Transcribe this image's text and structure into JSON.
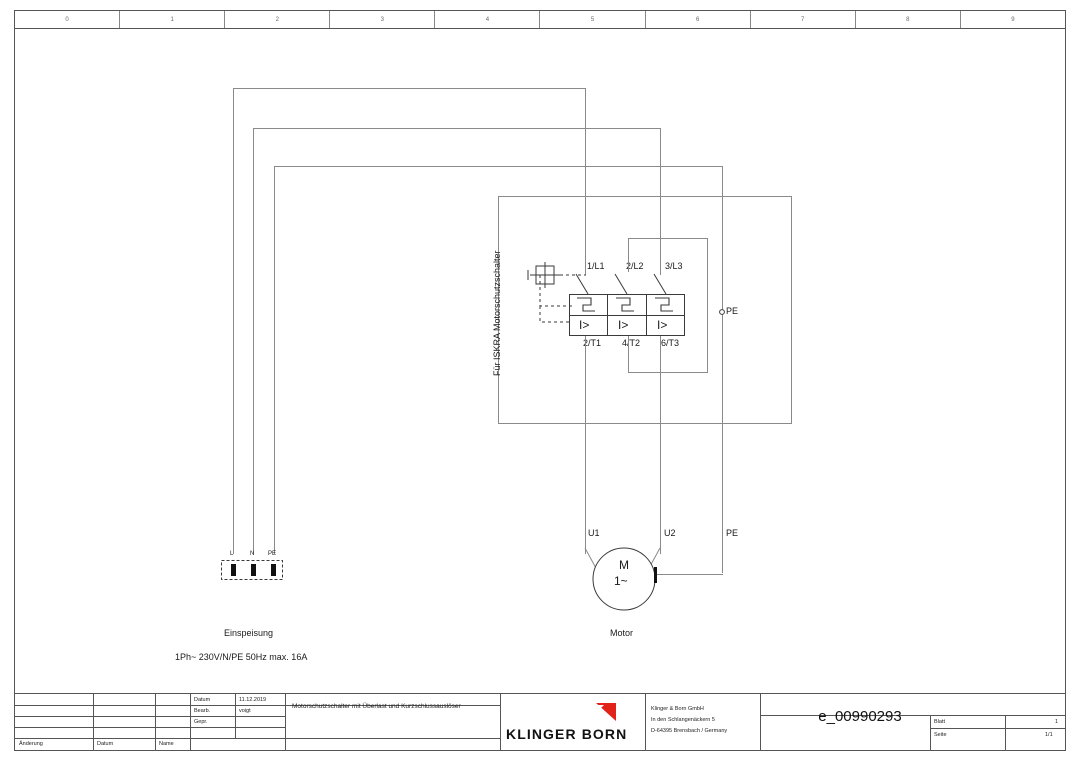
{
  "sheet": {
    "ruler_columns": [
      "0",
      "1",
      "2",
      "3",
      "4",
      "5",
      "6",
      "7",
      "8",
      "9"
    ]
  },
  "schematic": {
    "breaker_group_label": "Für ISKRA Motorschutzschalter",
    "input_terminals": [
      "1/L1",
      "2/L2",
      "3/L3"
    ],
    "output_terminals": [
      "2/T1",
      "4/T2",
      "6/T3"
    ],
    "release_symbol": "I>",
    "pe_node_label": "PE",
    "supply": {
      "caption": "Einspeisung",
      "spec": "1Ph~ 230V/N/PE 50Hz max. 16A",
      "terminals": [
        "L",
        "N",
        "PE"
      ]
    },
    "motor": {
      "caption": "Motor",
      "symbol_top": "M",
      "symbol_bottom": "1~",
      "terminals": [
        "U1",
        "U2",
        "PE"
      ]
    }
  },
  "titleblock": {
    "revision_headers": [
      "Änderung",
      "Datum",
      "Name"
    ],
    "meta_rows": [
      {
        "label": "Datum",
        "value": "11.12.2019"
      },
      {
        "label": "Bearb.",
        "value": "voigt"
      },
      {
        "label": "Gepr.",
        "value": ""
      }
    ],
    "description": "Motorschutzschalter mit Überlast und Kurzschlussauslöser",
    "company": {
      "logo_text": "KLINGER BORN",
      "name": "Klinger & Born GmbH",
      "street": "In den Schlangenäckern 5",
      "city": "D-64395 Brensbach / Germany",
      "logo_color": "#e2231a"
    },
    "document_number": "e_00990293",
    "sheet_fields": [
      {
        "label": "Blatt",
        "value": "1"
      },
      {
        "label": "Seite",
        "value": "1/1"
      }
    ]
  }
}
